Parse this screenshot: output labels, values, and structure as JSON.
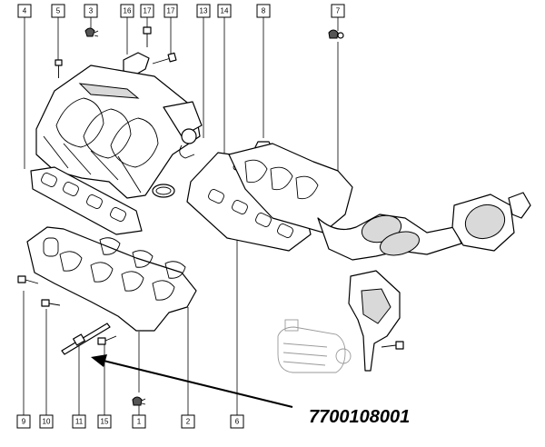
{
  "diagram": {
    "top_labels": [
      "4",
      "5",
      "3",
      "16",
      "17",
      "17",
      "13",
      "14",
      "8",
      "7"
    ],
    "bottom_labels": [
      "9",
      "10",
      "11",
      "15",
      "1",
      "2",
      "6"
    ],
    "reference_number": "7700108001"
  },
  "colors": {
    "line": "#000000",
    "background": "#ffffff",
    "shade": "#d9d9d9"
  }
}
